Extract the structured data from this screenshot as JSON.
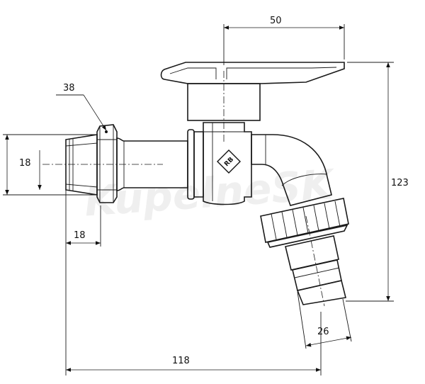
{
  "dimensions": {
    "handle_width": "50",
    "hex_size": "38",
    "thread_diameter": "18",
    "thread_length": "18",
    "total_height": "123",
    "hose_diameter": "26",
    "total_length": "118"
  },
  "watermark": "KupelneSK",
  "logo_text": "RB"
}
